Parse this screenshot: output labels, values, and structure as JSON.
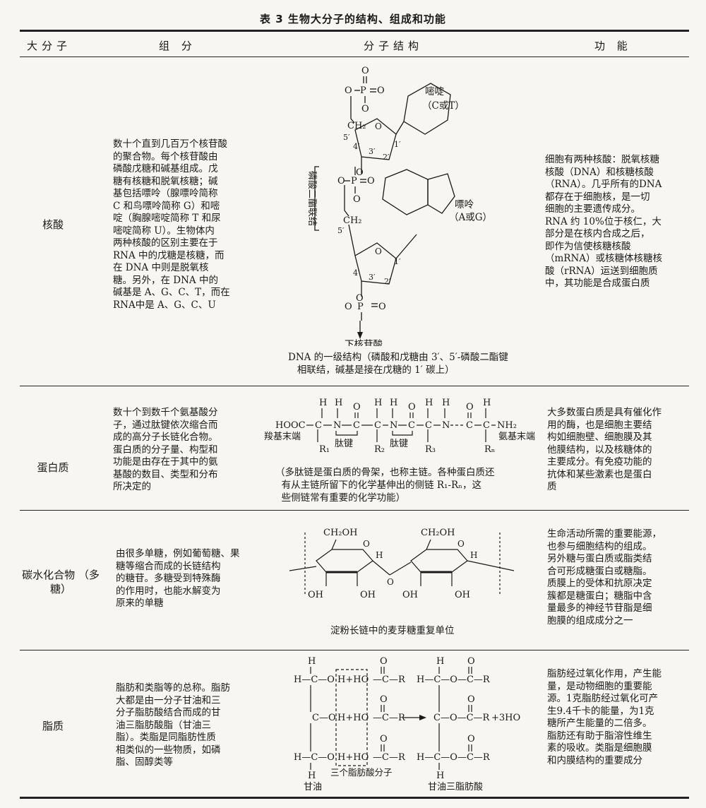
{
  "title": "表 3  生物大分子的结构、组成和功能",
  "headers": {
    "macro": "大分子",
    "comp": "组    分",
    "struct": "分子结构",
    "func": "功    能"
  },
  "rows": [
    {
      "name": "核酸",
      "composition": "数十个直到几百万个核苷酸\n的聚合物。每个核苷酸由\n磷酸戊糖和碱基组成。戊\n糖有核糖和脱氧核糖；碱\n基包括嘌呤（腺嘌呤简称\nC 和鸟嘌呤简称 G）和嘧\n啶（胸腺嘧啶简称 T 和尿\n嘧啶简称 U）。生物体内\n两种核酸的区别主要在于\nRNA 中的戊糖是核糖，而\n在 DNA 中则是脱氧核\n糖。另外，在 DNA 中的\n碱基是 A、G、C、T，而在\nRNA中是 A、G、C、U",
      "function": "细胞有两种核酸：脱氧核糖\n核酸（DNA）和核糖核酸\n（RNA）。几乎所有的DNA\n都存在于细胞核，是一切\n细胞的主要遗传成分。\nRNA 约 10%位于核仁，大\n部分是在核内合成之后，\n即作为信使核糖核酸\n（mRNA）或核糖体核糖核\n酸（rRNA）运送到细胞质\n中，其功能是合成蛋白质",
      "caption": "DNA 的一级结构（磷酸和戊糖由 3′、5′-磷酸二酯键\n   相联结，碱基是接在戊糖的 1′ 碳上）",
      "labels": {
        "pyrimidine": "嘧啶",
        "pyrimidine_bases": "（C或T）",
        "purine": "嘌呤",
        "purine_bases": "（A或G）",
        "bond": "磷酸二酯联结",
        "next": "下核苷酸"
      }
    },
    {
      "name": "蛋白质",
      "composition": "数十个到数千个氨基酸分\n子，通过肽键依次缩合而\n成的高分子长链化合物。\n蛋白质的分子量、构型和\n功能是由存在于其中的氨\n基酸的数目、类型和分布\n所决定的",
      "function": "大多数蛋白质是具有催化作\n用的酶，也是细胞主要结\n构如细胞壁、细胞膜及其\n他膜结构，以及核糖体的\n主要成分。有免疫功能的\n抗体和某些激素也是蛋白\n质",
      "caption": "（多肽链是蛋白质的骨架，也称主链。各种蛋白质还\n  有从主链所留下的化学基伸出的侧链 R₁-Rₙ，这\n  些侧链常有重要的化学功能）",
      "labels": {
        "cterm": "羧基末端",
        "nterm": "氨基末端",
        "peptide": "肽键",
        "cooh": "HOOC",
        "nh2": "NH₂"
      }
    },
    {
      "name": "碳水化合物\n（多糖）",
      "composition": "由很多单糖，例如葡萄糖、果\n糖等缩合而成的长链结构\n的糖苷。多糖受到特殊酶\n的作用时，也能水解变为\n原来的单糖",
      "function": "生命活动所需的重要能源，\n也参与细胞结构的组成。\n另外糖与蛋白质或脂类结\n合可形成糖蛋白或糖脂。\n质膜上的受体和抗原决定\n簇都是糖蛋白；糖脂中含\n量最多的神经节苷脂是细\n胞膜的组成成分之一",
      "caption": "淀粉长链中的麦芽糖重复单位",
      "labels": {
        "ch2oh": "CH₂OH",
        "oh": "OH"
      }
    },
    {
      "name": "脂质",
      "composition": "脂肪和类脂等的总称。脂肪\n大都是由一分子甘油和三\n分子脂肪酸结合而成的甘\n油三脂肪酸脂（甘油三\n脂）。类脂是同脂肪性质\n相类似的一些物质，如磷\n脂、固醇类等",
      "function": "脂肪经过氧化作用，产生能\n量，是动物细胞的重要能\n源。1克脂肪经过氧化可产\n生9.4千卡的能量，为1克\n糖所产生能量的二倍多。\n脂肪还有助于脂溶性维生\n素的吸收。类脂是细胞膜\n和内膜结构的重要成分",
      "labels": {
        "glycerol": "甘油",
        "fatty_acids": "三个脂肪酸分子",
        "triglyceride": "甘油三脂肪酸",
        "water": "+3HO"
      }
    }
  ]
}
